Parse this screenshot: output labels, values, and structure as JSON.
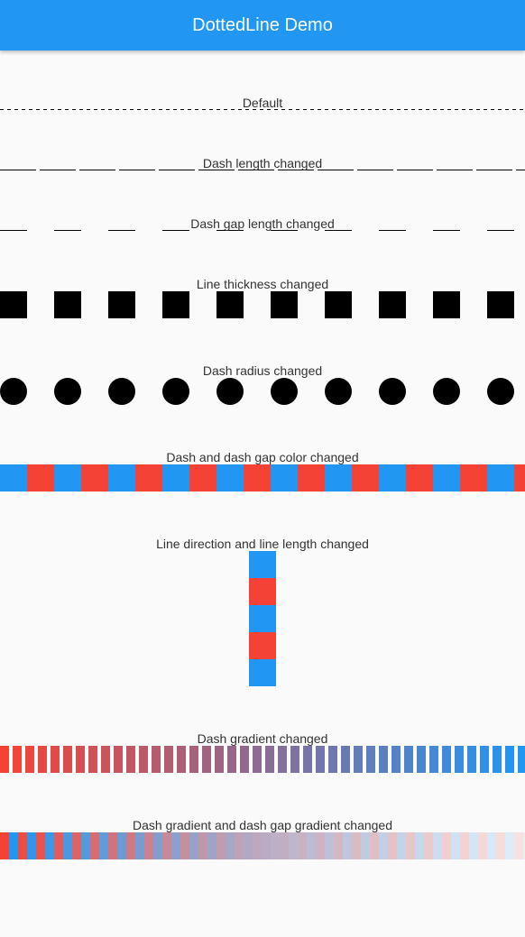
{
  "appbar": {
    "title": "DottedLine Demo"
  },
  "colors": {
    "appbar": "#2196f3",
    "background": "#fafafa",
    "text": "#333333",
    "black": "#000000",
    "blue": "#2196f3",
    "red": "#f44336"
  },
  "sections": {
    "default": {
      "label": "Default"
    },
    "dash_length": {
      "label": "Dash length changed"
    },
    "dash_gap": {
      "label": "Dash gap length changed"
    },
    "thickness": {
      "label": "Line thickness changed"
    },
    "radius": {
      "label": "Dash radius changed"
    },
    "colors": {
      "label": "Dash and dash gap color changed"
    },
    "direction": {
      "label": "Line direction and line length changed"
    },
    "gradient": {
      "label": "Dash gradient changed"
    },
    "gradient_gap": {
      "label": "Dash gradient and dash gap gradient changed"
    }
  }
}
